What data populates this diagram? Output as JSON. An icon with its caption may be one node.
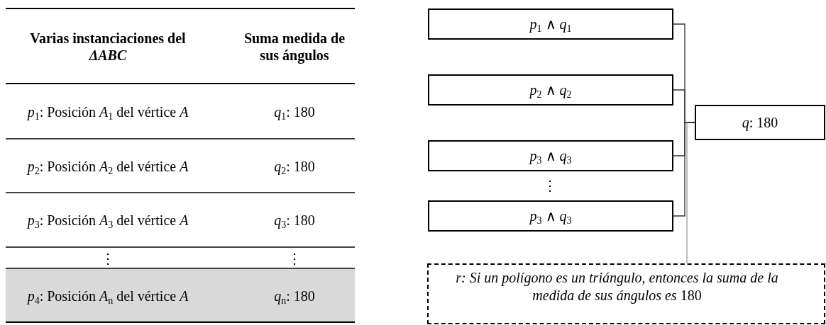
{
  "diagram": {
    "nodes": [
      {
        "text": [
          "*p*$_{1}$ ∧ *q*$_{1}$"
        ]
      },
      {
        "text": [
          "*p*$_{2}$ ∧ *q*$_{2}$"
        ]
      },
      {
        "text": [
          "*p*$_{3}$ ∧ *q*$_{3}$"
        ]
      },
      {
        "text": [
          "*p*$_{3}$ ∧ *q*$_{3}$"
        ]
      },
      {
        "text": [
          "*q*: 180"
        ]
      },
      {
        "text": [
          "*r: Si un polígono es un triángulo, entonces la suma de la medida de sus ángulos es* 180"
        ]
      }
    ],
    "edges": [
      {
        "from": 0,
        "to": 4,
        "arrow": "none"
      },
      {
        "from": 1,
        "to": 4,
        "arrow": "none"
      },
      {
        "from": 2,
        "to": 4,
        "arrow": "none"
      },
      {
        "from": 3,
        "to": 4,
        "arrow": "none"
      },
      {
        "from": 4,
        "to": 5,
        "arrow": "none",
        "color": "#999999"
      }
    ],
    "labels": [
      "Varias instanciaciones del *ΔABC*",
      "Suma medida de sus ángulos",
      "*p*$_{1}$: Posición *A*$_{1}$ del vértice *A*",
      "*q*$_{1}$: 180",
      "*p*$_{2}$: Posición *A*$_{2}$ del vértice *A*",
      "*q*$_{2}$: 180",
      "*p*$_{3}$: Posición *A*$_{3}$ del vértice *A*",
      "*q*$_{3}$: 180",
      "⋮",
      "⋮",
      "*p*$_{4}$: Posición *A*$_{n}$ del vértice *A*",
      "*q*$_{n}$: 180",
      "⋮"
    ]
  }
}
